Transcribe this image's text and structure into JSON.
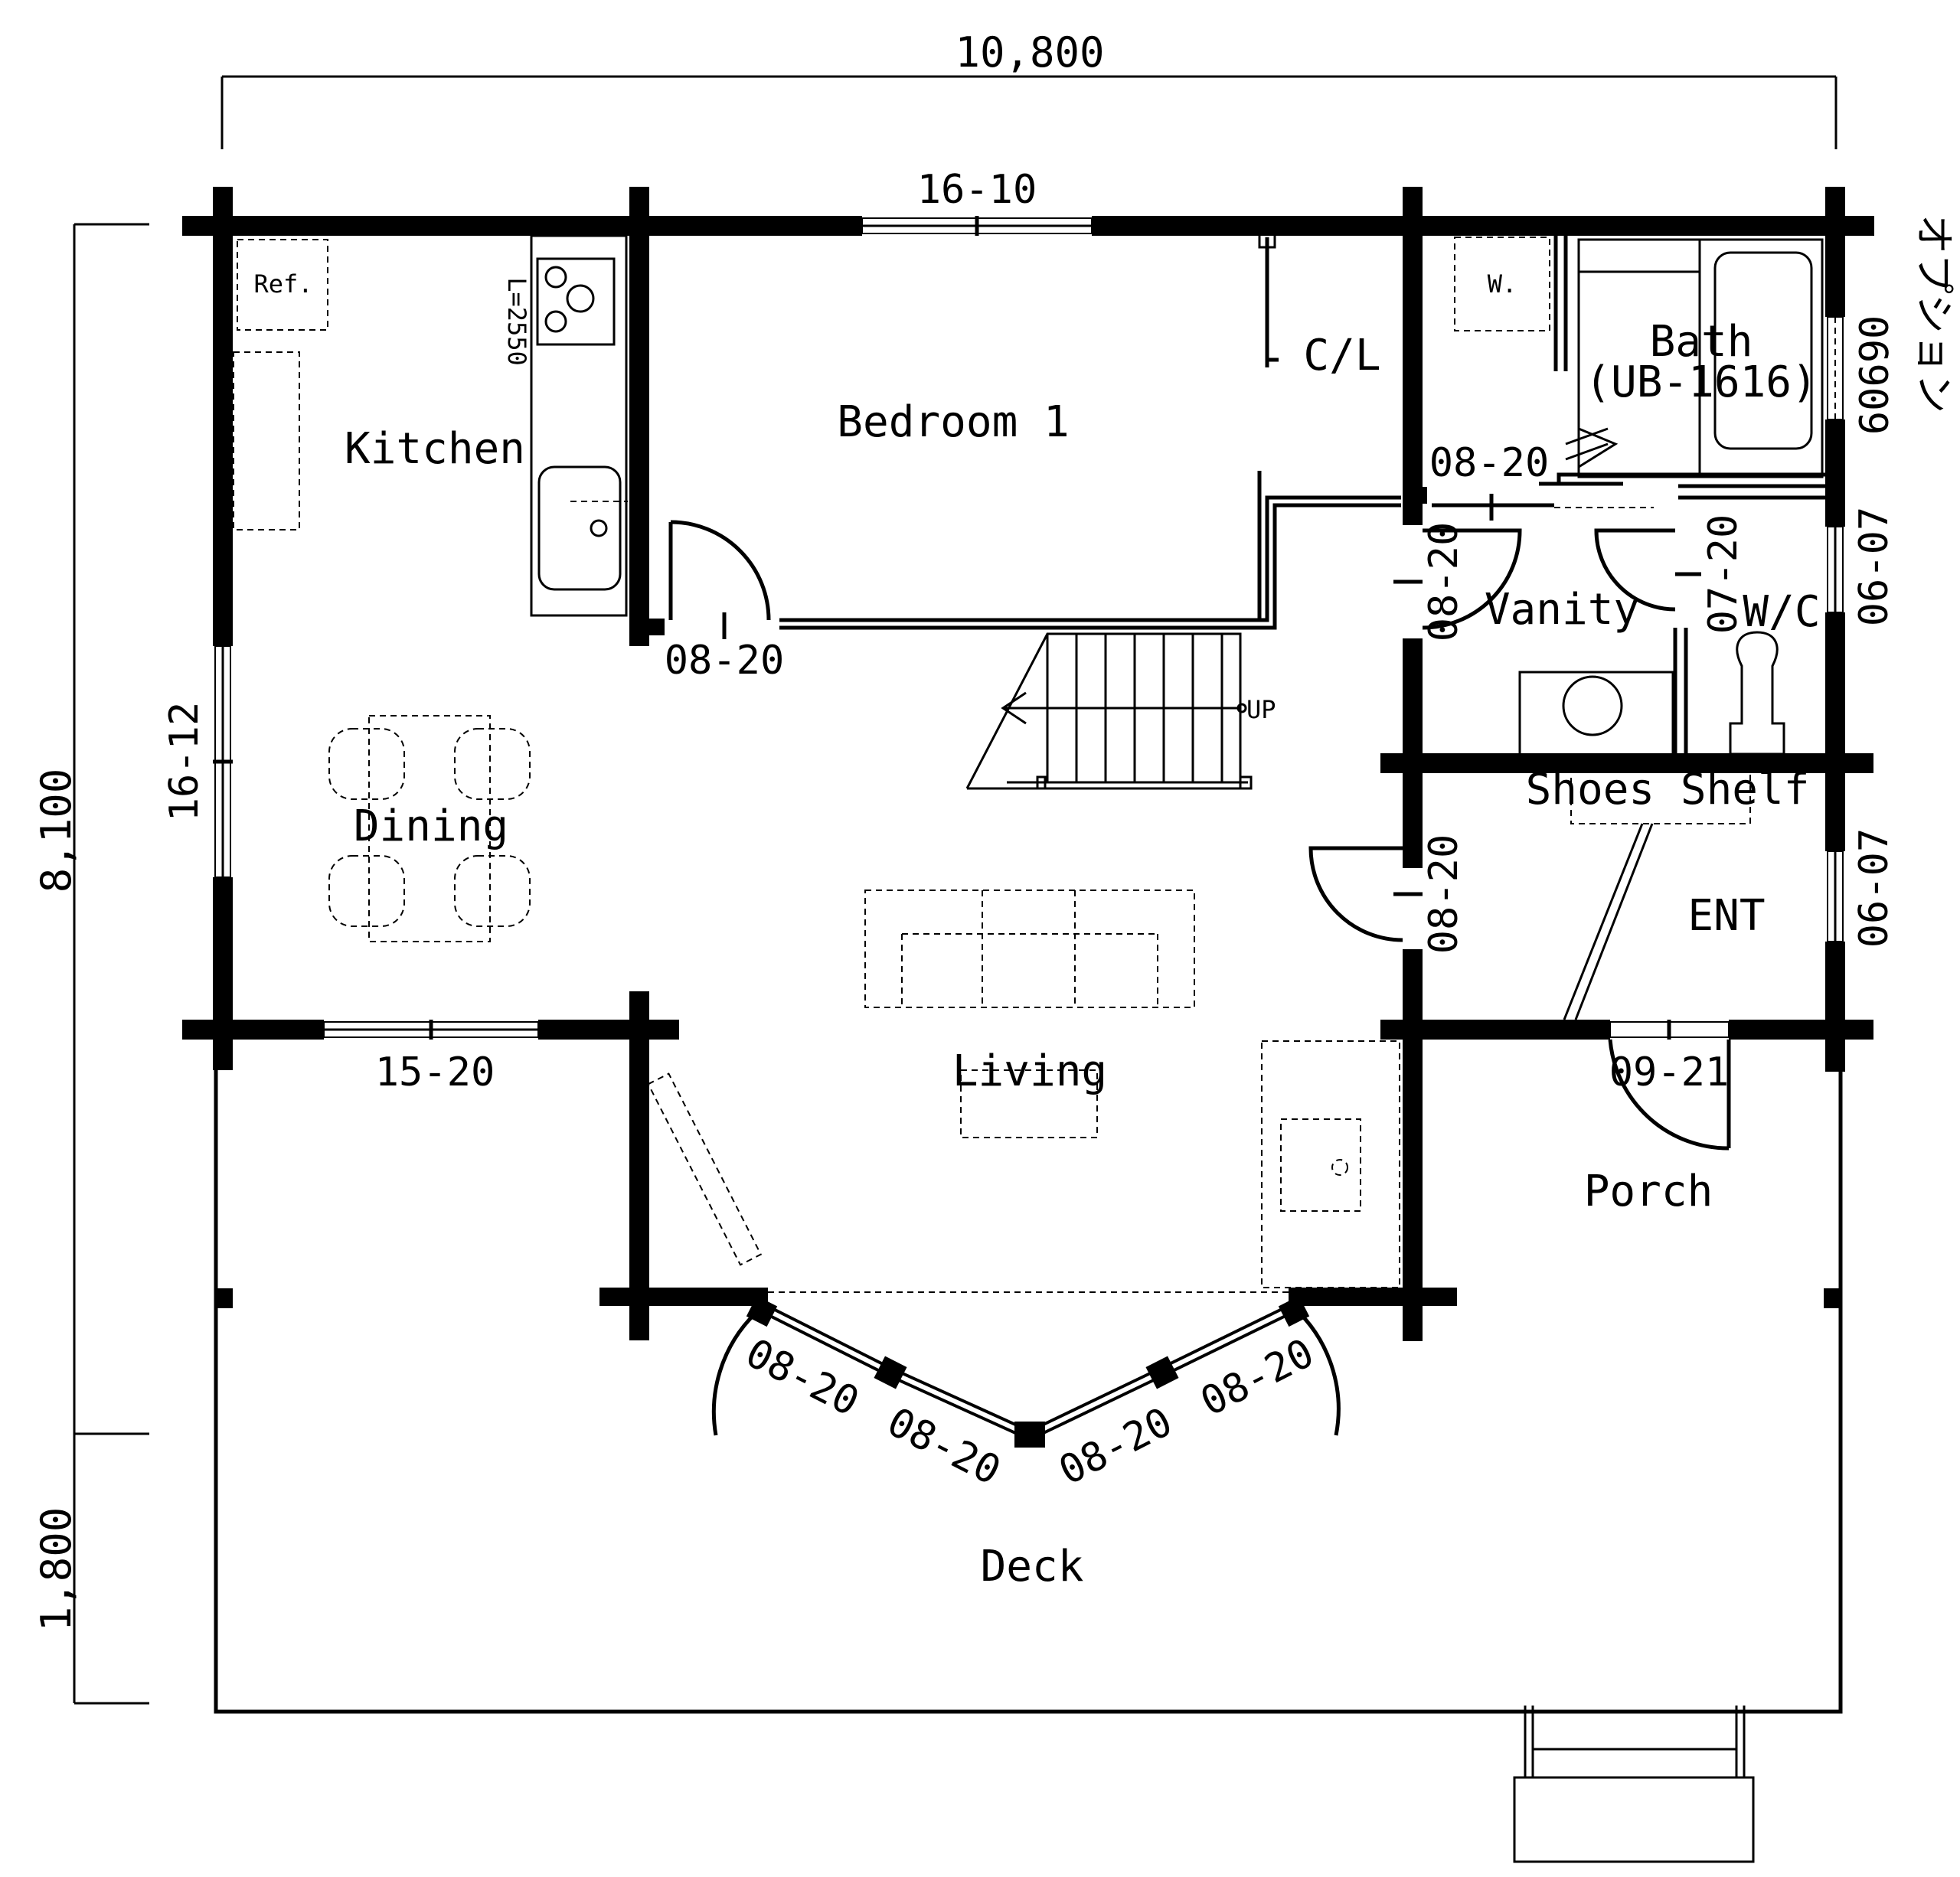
{
  "dimensions": {
    "total_width": "10,800",
    "total_depth": "8,100",
    "deck_depth": "1,800"
  },
  "rooms": {
    "kitchen": "Kitchen",
    "dining": "Dining",
    "living": "Living",
    "bedroom": "Bedroom 1",
    "closet": "C/L",
    "bath": "Bath",
    "bath_unit": "(UB-1616)",
    "vanity": "Vanity",
    "wc": "W/C",
    "shoes_shelf": "Shoes Shelf",
    "entrance": "ENT",
    "porch": "Porch",
    "deck": "Deck"
  },
  "fixtures": {
    "refrigerator": "Ref.",
    "washer": "W.",
    "counter_length": "L=2550",
    "stairs_up": "UP"
  },
  "windows": {
    "top_bedroom": "16-10",
    "left_dining": "16-12",
    "bottom_kitchen": "15-20",
    "bath_side": "06909",
    "wc_side": "06-07",
    "ent_side": "06-07",
    "option_note": "オプション"
  },
  "doors": {
    "bedroom_door": "08-20",
    "bath_door": "08-20",
    "vanity_door": "08-20",
    "wc_door": "07-20",
    "ent_hall_door": "08-20",
    "front_door": "09-21",
    "bay_left_door": "08-20",
    "bay_left_window": "08-20",
    "bay_right_window": "08-20",
    "bay_right_door": "08-20"
  }
}
